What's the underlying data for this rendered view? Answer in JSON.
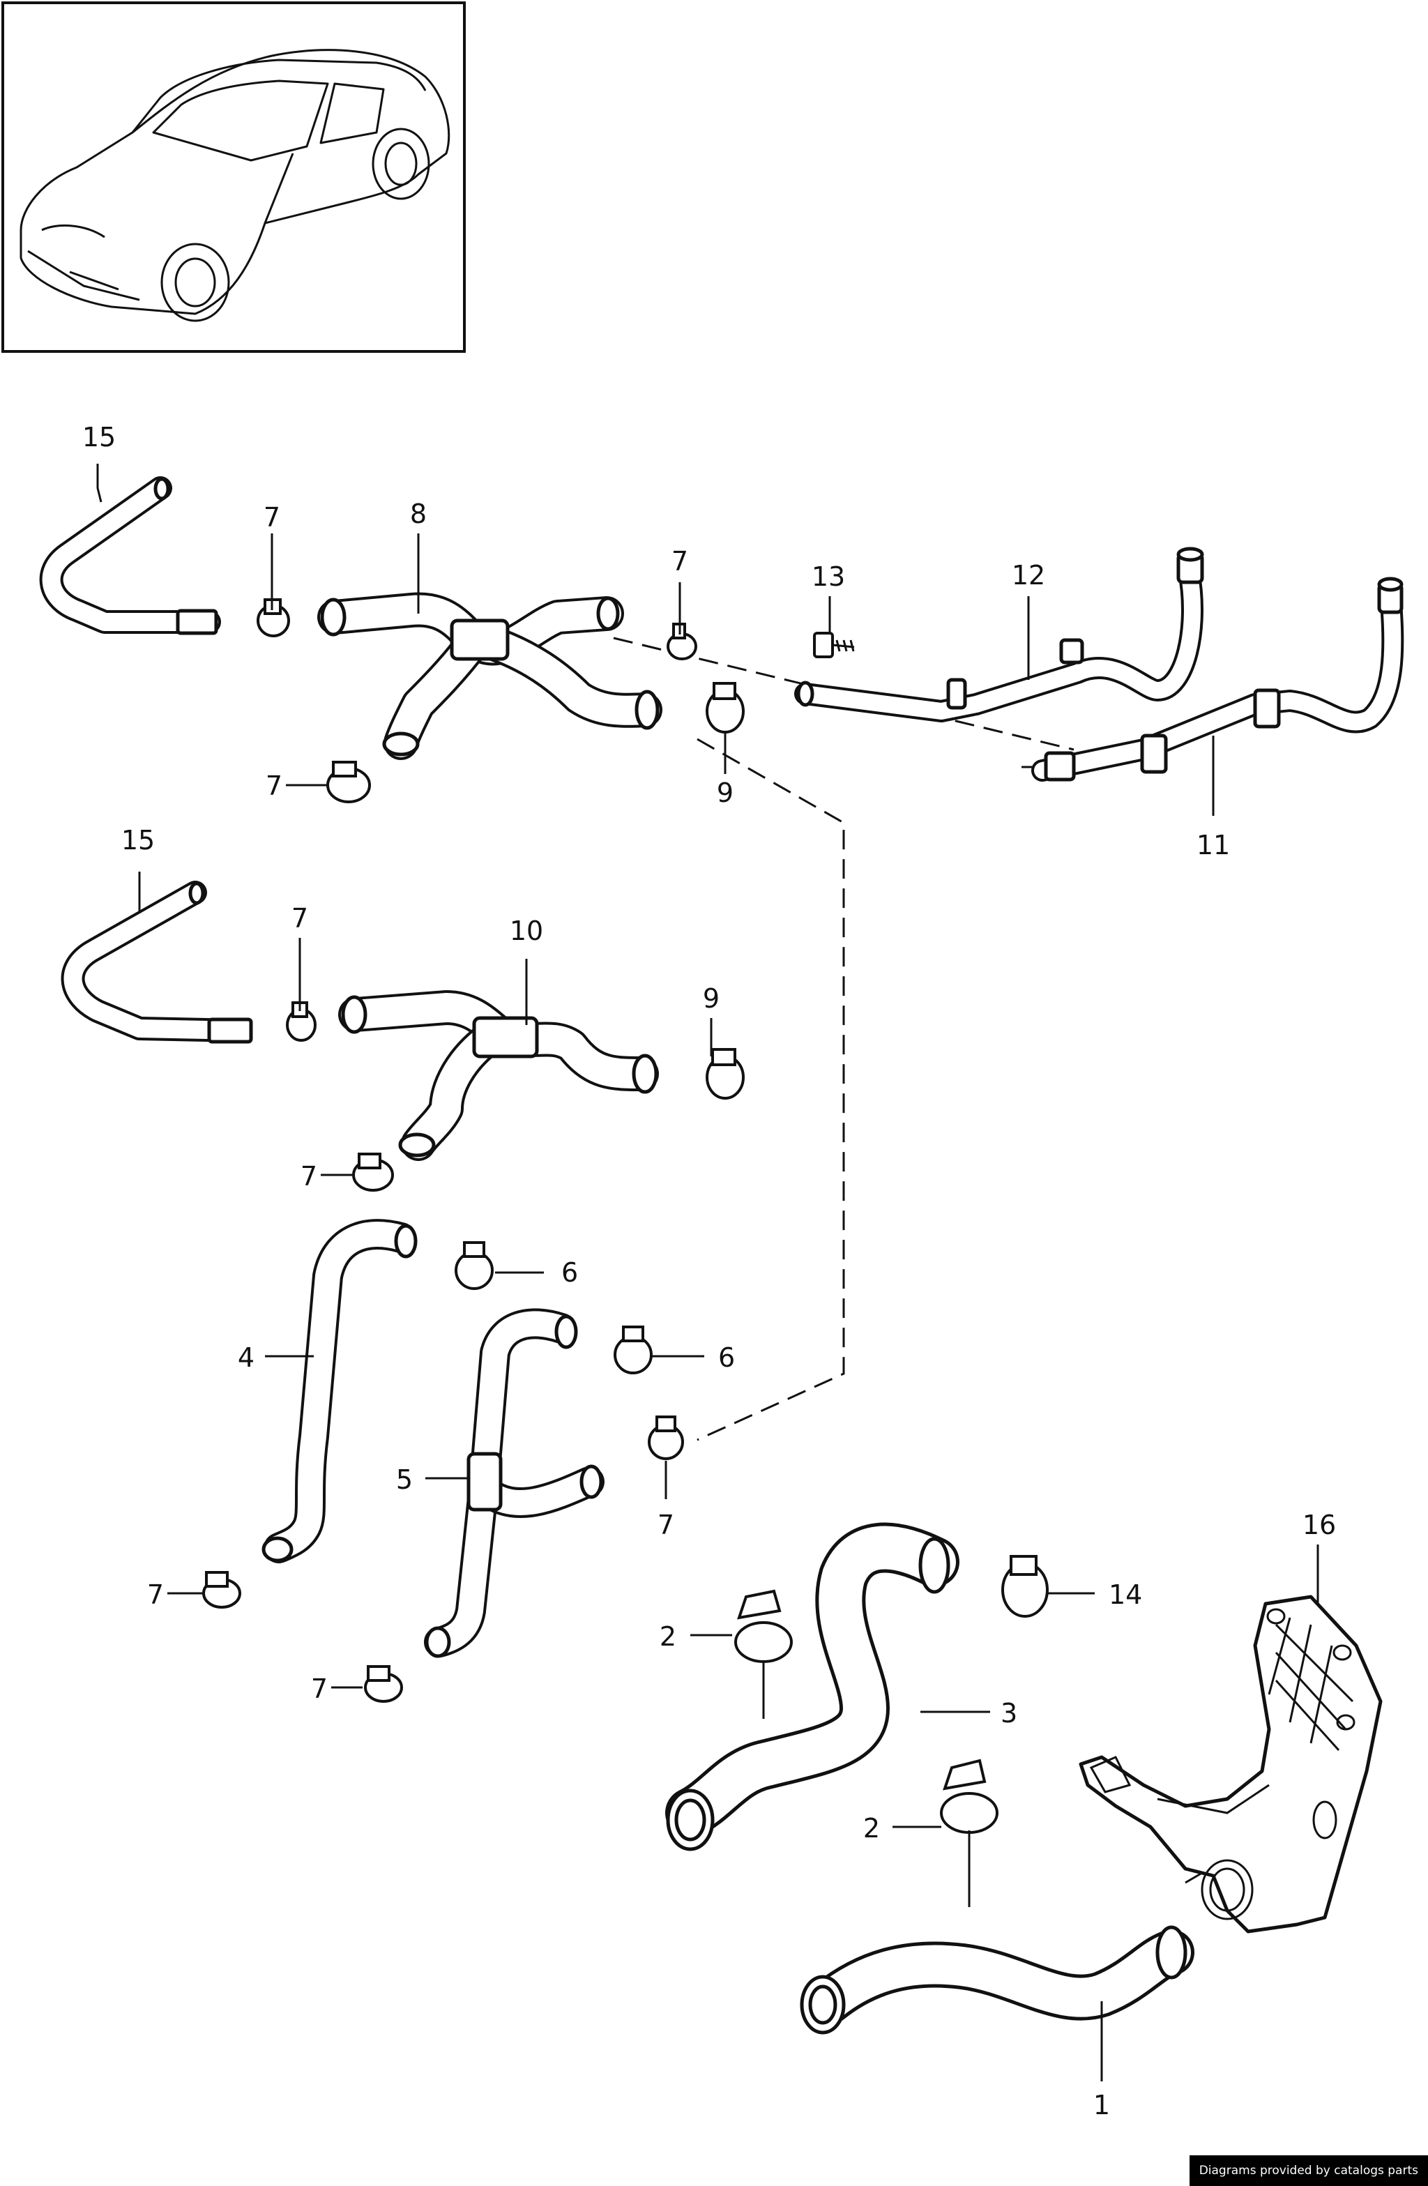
{
  "diagram": {
    "title": "Coolant hoses exploded parts diagram",
    "callouts": {
      "c1": "1",
      "c2a": "2",
      "c2b": "2",
      "c3": "3",
      "c4": "4",
      "c5": "5",
      "c6a": "6",
      "c6b": "6",
      "c7a": "7",
      "c7b": "7",
      "c7c": "7",
      "c7d": "7",
      "c7e": "7",
      "c7f": "7",
      "c7g": "7",
      "c7h": "7",
      "c8": "8",
      "c9a": "9",
      "c9b": "9",
      "c10": "10",
      "c11": "11",
      "c12": "12",
      "c13": "13",
      "c14": "14",
      "c15a": "15",
      "c15b": "15",
      "c16": "16"
    }
  },
  "footer": {
    "credit": "Diagrams provided by catalogs parts"
  },
  "colors": {
    "line": "#111111",
    "background": "#ffffff",
    "footer_bg": "#000000",
    "footer_text": "#ffffff"
  }
}
